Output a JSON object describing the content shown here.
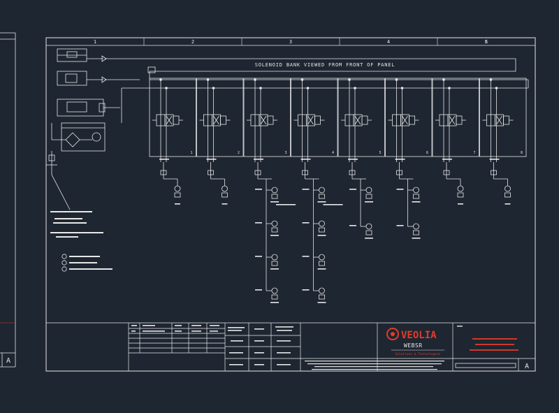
{
  "sheet": {
    "zone_numbers": [
      "1",
      "2",
      "3",
      "4",
      "5",
      "6"
    ],
    "banner": "SOLENOID BANK VIEWED FROM FRONT OF PANEL",
    "valve_numbers": [
      "1",
      "2",
      "3",
      "4",
      "5",
      "6",
      "7",
      "8"
    ],
    "rev_letter": "A",
    "left_sheet_rev": "A"
  },
  "title_block": {
    "brand": "VEOLIA",
    "sub_brand": "WEBSR",
    "division": "Solutions & Technologies",
    "revision_box": "A",
    "accent_color": "#e23b2a"
  }
}
